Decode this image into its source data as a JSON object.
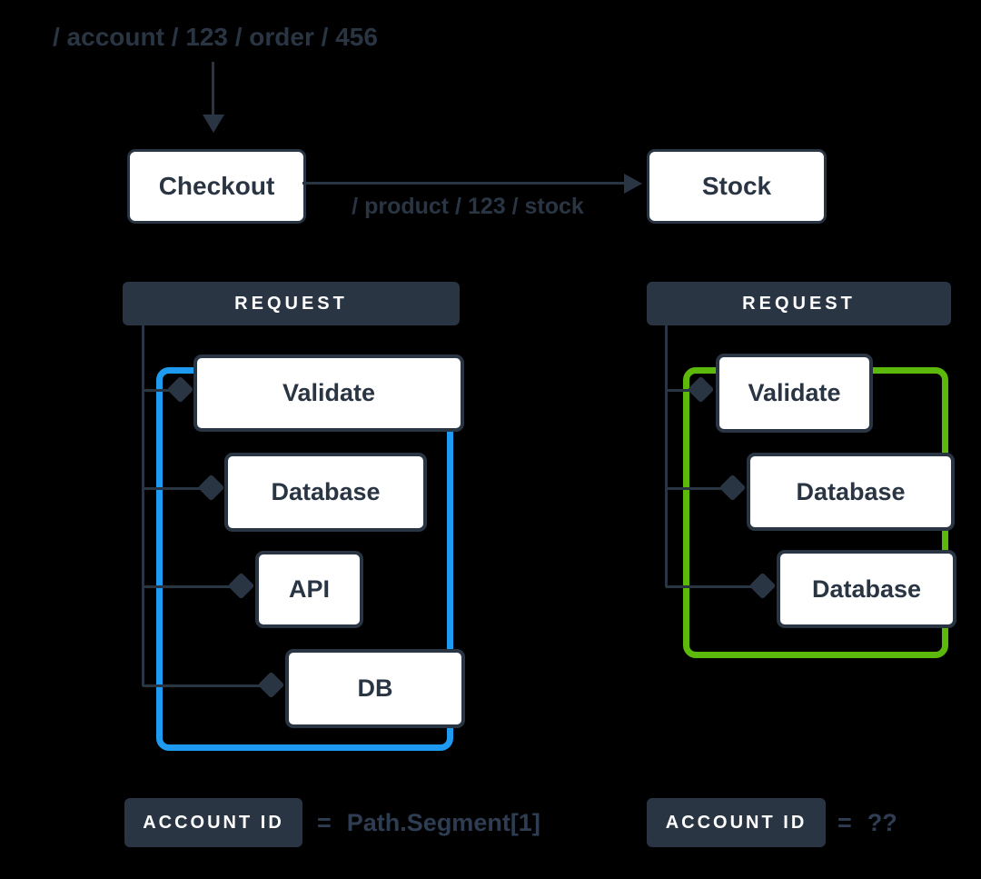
{
  "colors": {
    "slate": "#2a3544",
    "blue": "#1e9bf0",
    "green": "#5cb80b",
    "box_fill": "#ffffff",
    "background": "#000000"
  },
  "incoming_request": {
    "path_label": "/ account / 123 / order / 456"
  },
  "services": {
    "checkout": {
      "label": "Checkout"
    },
    "stock": {
      "label": "Stock"
    },
    "call_path_label": "/ product / 123 / stock"
  },
  "left_trace": {
    "header_label": "REQUEST",
    "highlight_color": "#1e9bf0",
    "spans": [
      {
        "label": "Validate"
      },
      {
        "label": "Database"
      },
      {
        "label": "API"
      },
      {
        "label": "DB"
      }
    ],
    "footer": {
      "badge_label": "ACCOUNT ID",
      "equals_sign": "=",
      "value": "Path.Segment[1]"
    }
  },
  "right_trace": {
    "header_label": "REQUEST",
    "highlight_color": "#5cb80b",
    "spans": [
      {
        "label": "Validate"
      },
      {
        "label": "Database"
      },
      {
        "label": "Database"
      }
    ],
    "footer": {
      "badge_label": "ACCOUNT ID",
      "equals_sign": "=",
      "value": "??"
    }
  }
}
